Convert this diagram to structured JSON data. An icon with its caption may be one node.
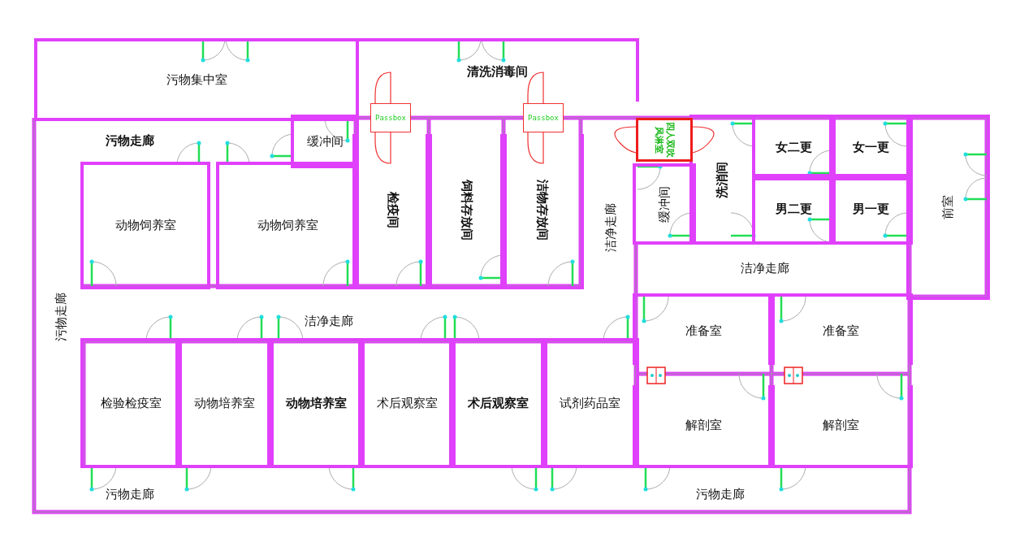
{
  "diagram": {
    "nodes": [
      {
        "text": [
          "污物集中室"
        ]
      },
      {
        "text": [
          "清洗消毒间"
        ]
      },
      {
        "text": [
          "Passbox"
        ]
      },
      {
        "text": [
          "Passbox"
        ]
      },
      {
        "text": [
          "缓冲间"
        ]
      },
      {
        "text": [
          "四人双吹",
          "风淋室"
        ]
      },
      {
        "text": [
          "女二更"
        ]
      },
      {
        "text": [
          "女一更"
        ]
      },
      {
        "text": [
          "动物饲养室"
        ]
      },
      {
        "text": [
          "动物饲养室"
        ]
      },
      {
        "text": [
          "检疫间"
        ]
      },
      {
        "text": [
          "饲料存放间"
        ]
      },
      {
        "text": [
          "洁物存放间"
        ]
      },
      {
        "text": [
          "缓冲间"
        ]
      },
      {
        "text": [
          "洗消间"
        ]
      },
      {
        "text": [
          "男二更"
        ]
      },
      {
        "text": [
          "男一更"
        ]
      },
      {
        "text": [
          "前室"
        ]
      },
      {
        "text": [
          "准备室"
        ]
      },
      {
        "text": [
          "准备室"
        ]
      },
      {
        "text": [
          "检验检疫室"
        ]
      },
      {
        "text": [
          "动物培养室"
        ]
      },
      {
        "text": [
          "动物培养室"
        ]
      },
      {
        "text": [
          "术后观察室"
        ]
      },
      {
        "text": [
          "术后观察室"
        ]
      },
      {
        "text": [
          "试剂药品室"
        ]
      },
      {
        "text": [
          "解剖室"
        ]
      },
      {
        "text": [
          "解剖室"
        ]
      }
    ],
    "edges": [],
    "labels": [
      "污物走廊",
      "洁净走廊",
      "洁净走廊",
      "污物走廊",
      "洁净走廊",
      "污物走廊",
      "污物走廊"
    ]
  }
}
